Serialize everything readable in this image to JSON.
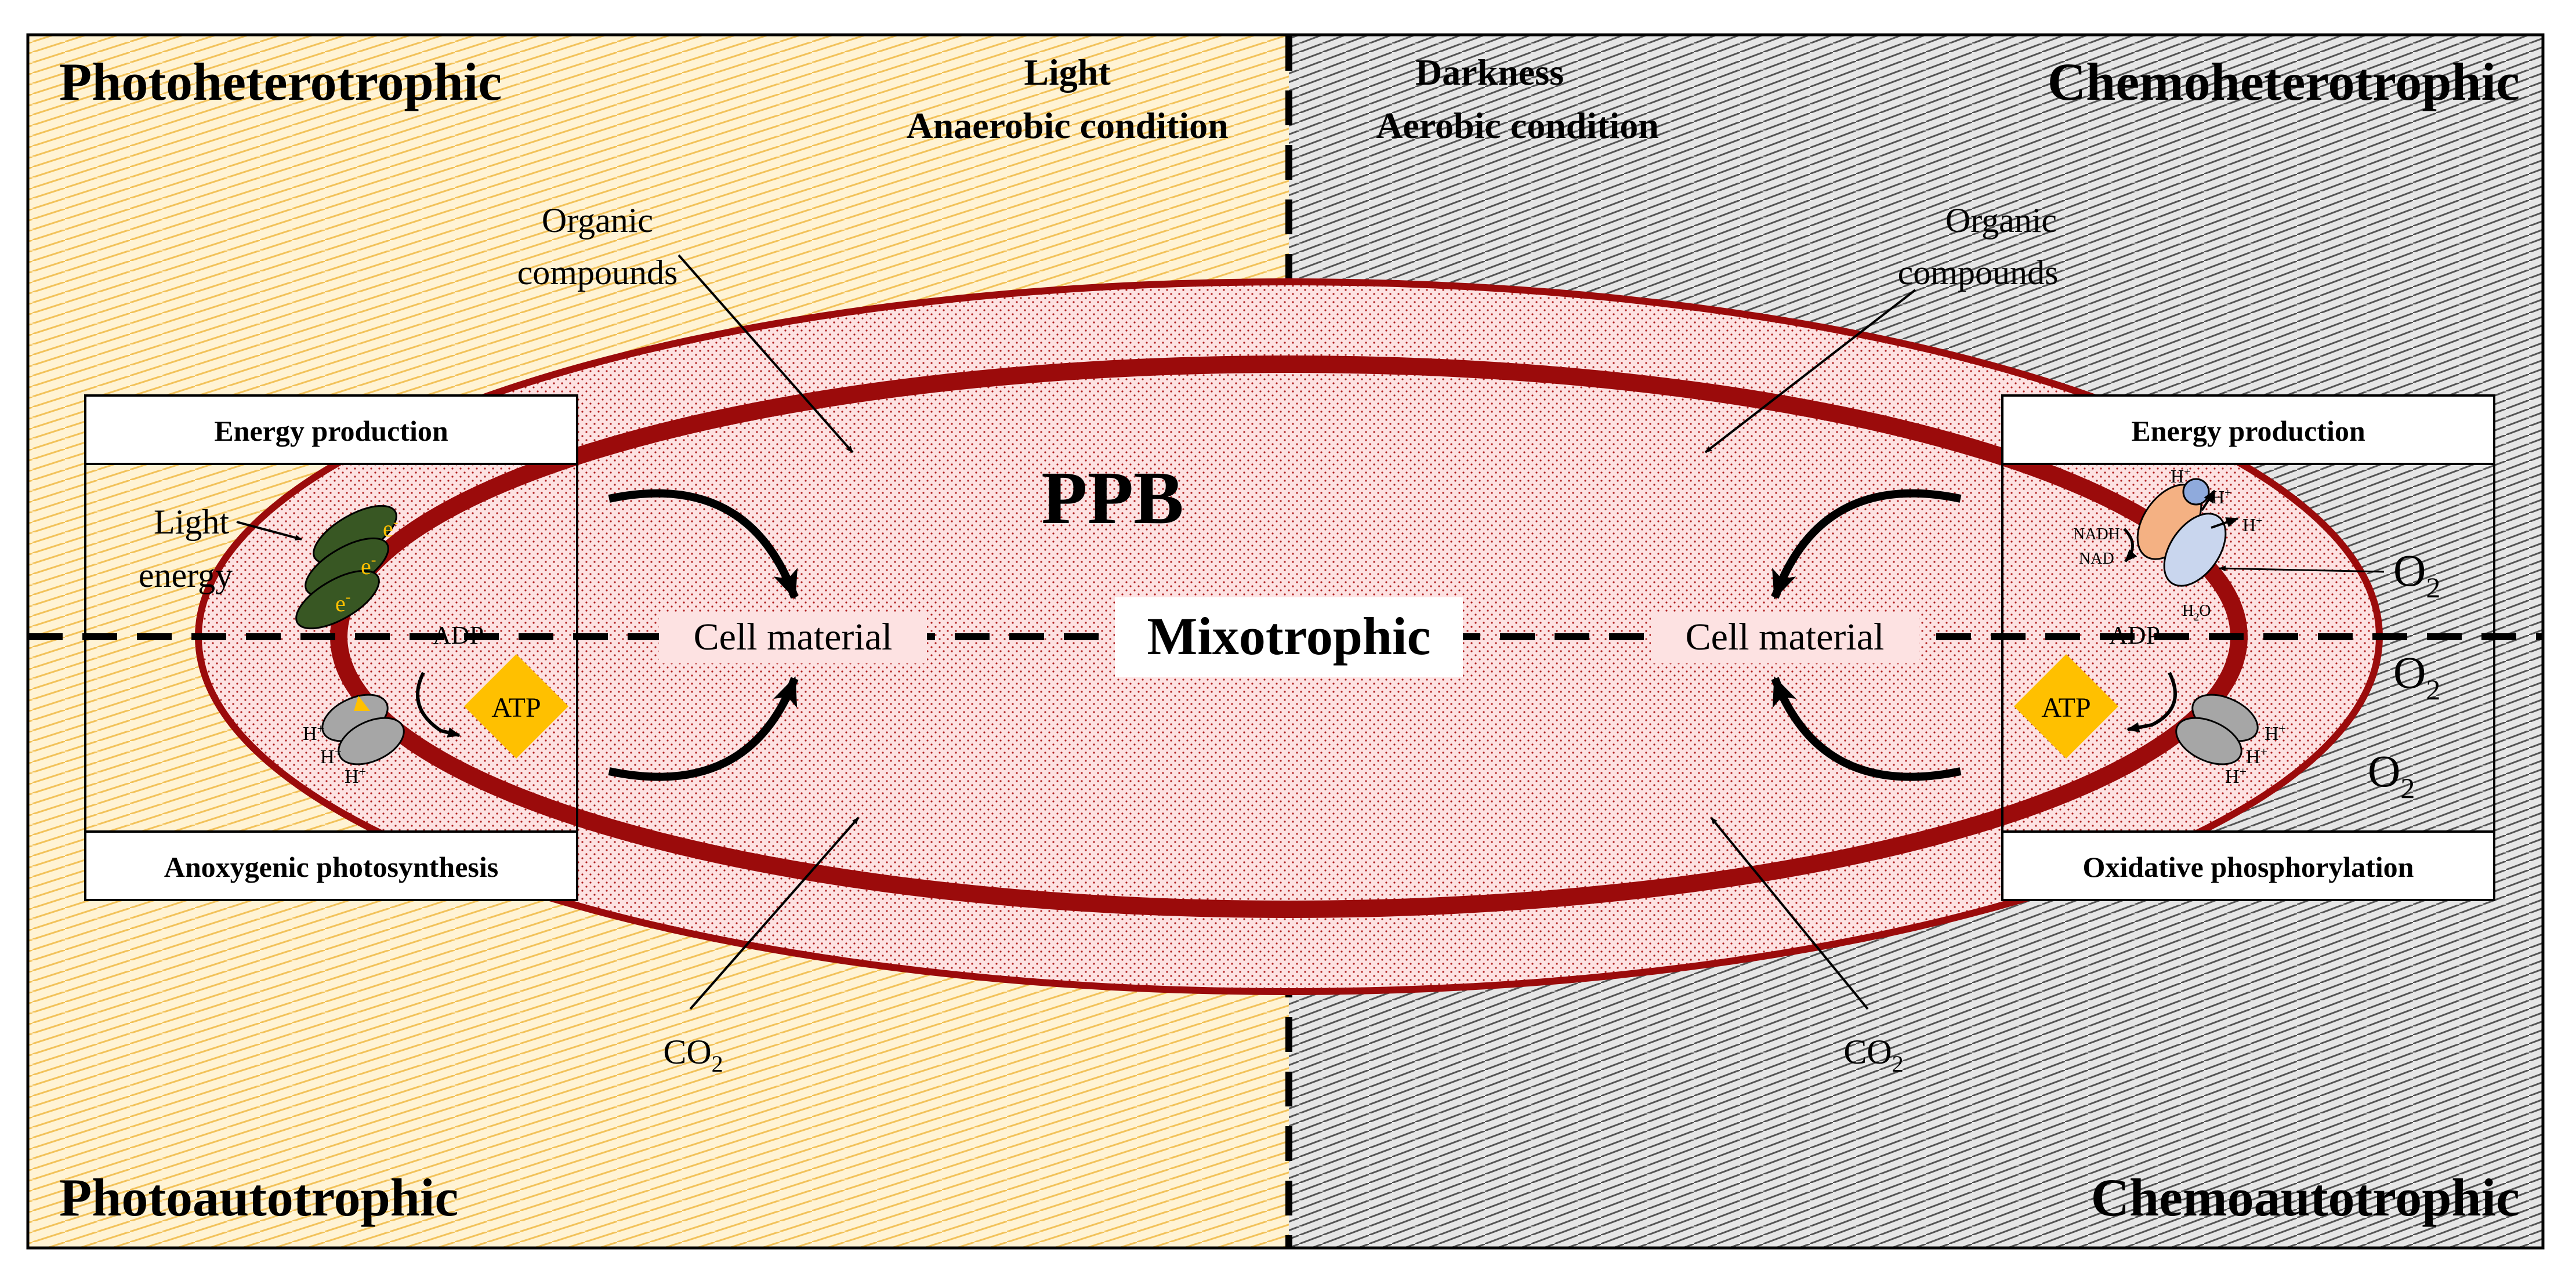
{
  "corners": {
    "top_left": "Photoheterotrophic",
    "top_right": "Chemoheterotrophic",
    "bottom_left": "Photoautotrophic",
    "bottom_right": "Chemoautotrophic"
  },
  "conditions": {
    "left_line1": "Light",
    "left_line2": "Anaerobic condition",
    "right_line1": "Darkness",
    "right_line2": "Aerobic condition"
  },
  "center": {
    "title": "PPB",
    "mode": "Mixotrophic",
    "cell_left": "Cell material",
    "cell_right": "Cell material"
  },
  "inputs": {
    "organic_left_1": "Organic",
    "organic_left_2": "compounds",
    "organic_right_1": "Organic",
    "organic_right_2": "compounds",
    "co2_left": "CO",
    "co2_right": "CO",
    "co2_sub": "2"
  },
  "left_box": {
    "header": "Energy production",
    "footer": "Anoxygenic photosynthesis",
    "light_1": "Light",
    "light_2": "energy",
    "electron": "e",
    "electron_sup": "-",
    "adp": "ADP",
    "atp": "ATP",
    "proton": "H",
    "proton_sup": "+"
  },
  "right_box": {
    "header": "Energy production",
    "footer": "Oxidative phosphorylation",
    "nadh": "NADH",
    "nad": "NAD",
    "water": "H",
    "water_sub": "2",
    "water_o": "O",
    "adp": "ADP",
    "atp": "ATP",
    "proton": "H",
    "proton_sup": "+",
    "o2": "O",
    "o2_sub": "2"
  },
  "colors": {
    "left_panel": "#fff3d4",
    "left_stripe": "#f2c25a",
    "right_panel": "#e6e6e6",
    "right_stripe": "#555555",
    "cell_wall": "#9b0b0b",
    "cell_fill": "#fde2e2",
    "atp": "#ffc000",
    "chlorophyll": "#385723",
    "complex_orange": "#f4b183",
    "complex_blue": "#c9d6ee",
    "synthase": "#a6a6a6"
  }
}
